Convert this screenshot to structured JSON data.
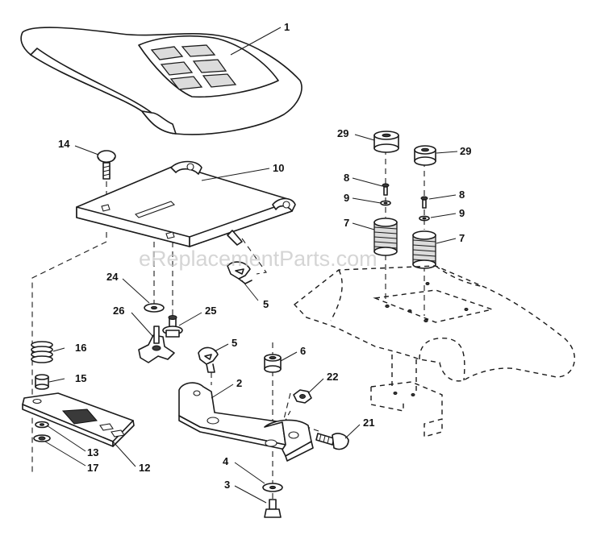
{
  "watermark": "eReplacementParts.com",
  "callouts": {
    "p1": "1",
    "p2": "2",
    "p3": "3",
    "p4": "4",
    "p5": "5",
    "p6": "6",
    "p7": "7",
    "p8": "8",
    "p9": "9",
    "p10": "10",
    "p12": "12",
    "p13": "13",
    "p14": "14",
    "p15": "15",
    "p16": "16",
    "p17": "17",
    "p21": "21",
    "p22": "22",
    "p24": "24",
    "p25": "25",
    "p26": "26",
    "p29": "29"
  },
  "colors": {
    "line": "#1a1a1a",
    "watermark": "#c8c8c8",
    "background": "#ffffff"
  }
}
